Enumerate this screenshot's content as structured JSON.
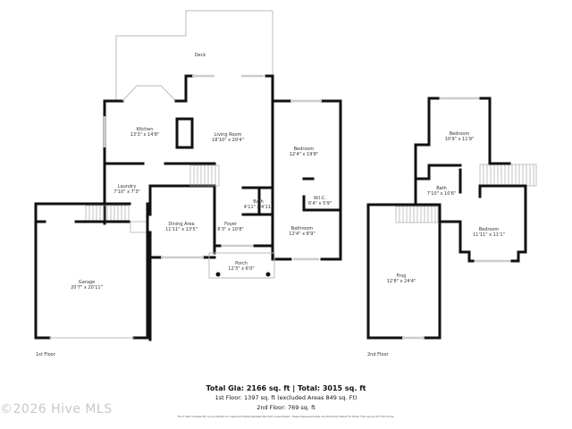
{
  "floors": [
    {
      "label": "1st Floor",
      "rooms": [
        {
          "name": "Deck",
          "size": ""
        },
        {
          "name": "Kitchen",
          "size": "13'3\" x 14'8\""
        },
        {
          "name": "Living Room",
          "size": "18'10\" x 20'4\""
        },
        {
          "name": "Bedroom",
          "size": "12'4\" x 19'8\""
        },
        {
          "name": "Laundry",
          "size": "7'10\" x 7'3\""
        },
        {
          "name": "Dining Area",
          "size": "11'11\" x 13'5\""
        },
        {
          "name": "Foyer",
          "size": "8'3\" x 10'8\""
        },
        {
          "name": "Bath",
          "size": "4'11\" x 4'11\""
        },
        {
          "name": "W.I.C.",
          "size": "6'4\" x 5'9\""
        },
        {
          "name": "Bathroom",
          "size": "12'4\" x 8'9\""
        },
        {
          "name": "Porch",
          "size": "12'3\" x 6'0\""
        },
        {
          "name": "Garage",
          "size": "20'7\" x 20'11\""
        }
      ]
    },
    {
      "label": "2nd Floor",
      "rooms": [
        {
          "name": "Bedroom",
          "size": "10'9\" x 11'9\""
        },
        {
          "name": "Bath",
          "size": "7'10\" x 10'6\""
        },
        {
          "name": "Bedroom",
          "size": "11'11\" x 11'1\""
        },
        {
          "name": "Frog",
          "size": "12'8\" x 24'4\""
        }
      ]
    }
  ],
  "summary": {
    "total": "Total Gla: 2166 sq. ft | Total: 3015 sq. ft",
    "first": "1st Floor: 1397 sq. ft (excluded Areas 849 sq. Ft)",
    "second": "2nd Floor: 769 sq. ft",
    "disclaimer": "Floor Plan Created By Cyrus Media Co. Deemed Highly Reliable But Not Guaranteed. These Measurements Are Primarily Meant To Show The Layout Of The Home."
  },
  "watermark": "©2026 Hive MLS"
}
